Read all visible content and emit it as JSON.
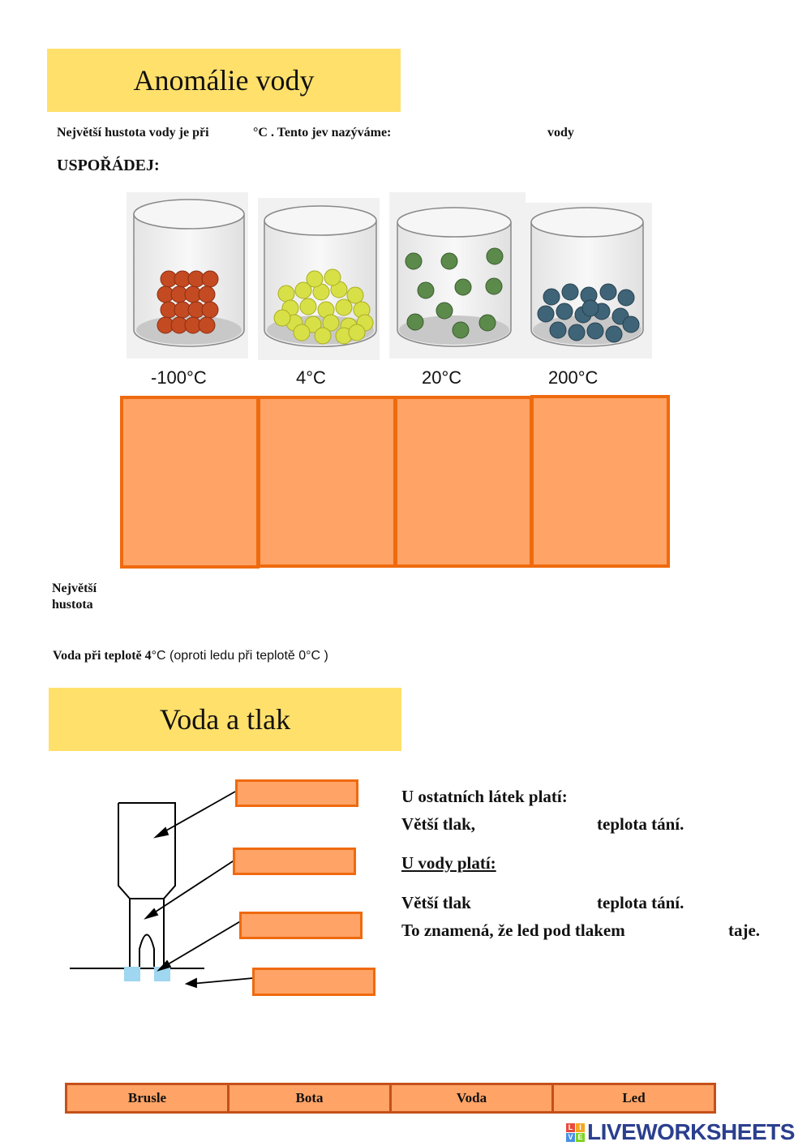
{
  "section1": {
    "title": "Anomálie vody",
    "density_sentence": {
      "part1": "Největší hustota vody je při",
      "part2": "°C . Tento jev nazýváme:",
      "part3": "vody"
    },
    "order_label": "USPOŘÁDEJ:",
    "jars": [
      {
        "temp": "-100°C",
        "color": "#c44a22"
      },
      {
        "temp": "4°C",
        "color": "#d8e048"
      },
      {
        "temp": "20°C",
        "color": "#5b8a4a"
      },
      {
        "temp": "200°C",
        "color": "#3f6478"
      }
    ],
    "greatest_label_line1": "Největší",
    "greatest_label_line2": "hustota",
    "note": {
      "bold": "Voda při teplotě 4",
      "rest": "°C (oproti ledu při teplotě 0°C )"
    }
  },
  "section2": {
    "title": "Voda a tlak",
    "right_text": {
      "line1": "U ostatních látek platí:",
      "line2a": "Větší tlak,",
      "line2b": "teplota tání.",
      "line3": "U vody platí:",
      "line4a": "Větší tlak",
      "line4b": "teplota tání.",
      "line5a": "To znamená, že led pod tlakem",
      "line5b": "taje."
    }
  },
  "word_bank": [
    "Brusle",
    "Bota",
    "Voda",
    "Led"
  ],
  "footer": {
    "logo_text": "LIVEWORKSHEETS",
    "logo_letters": [
      "L",
      "I",
      "V",
      "E"
    ],
    "logo_colors": [
      "#e94b3c",
      "#f5a623",
      "#4a90e2",
      "#7ed321"
    ]
  }
}
